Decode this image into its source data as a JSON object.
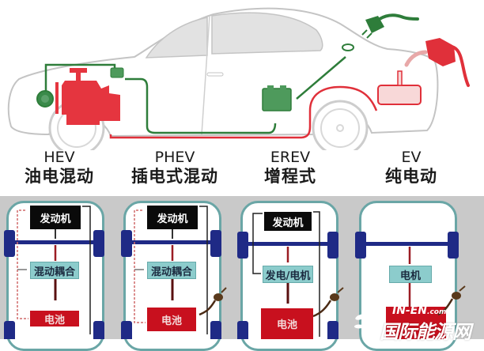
{
  "colors": {
    "green": "#2e7d3a",
    "red": "#e0303a",
    "engine_box": "#0a0a0a",
    "coupler_box": "#8ccccc",
    "battery_box": "#c8101e",
    "axle": "#1f2a86",
    "chassis_border": "#6aa6a6",
    "panel_bg": "#c9c9c9"
  },
  "car": {
    "icons": [
      "engine-icon",
      "motor-icon",
      "generator-icon",
      "battery-icon",
      "charge-port-icon",
      "plug-icon",
      "fuel-tank-icon",
      "fuel-nozzle-icon",
      "wheel-icon"
    ]
  },
  "types": [
    {
      "code": "HEV",
      "name": "油电混动"
    },
    {
      "code": "PHEV",
      "name": "插电式混动"
    },
    {
      "code": "EREV",
      "name": "增程式"
    },
    {
      "code": "EV",
      "name": "纯电动"
    }
  ],
  "panels": [
    {
      "engine": "发动机",
      "middle": "混动耦合",
      "battery": "电池"
    },
    {
      "engine": "发动机",
      "middle": "混动耦合",
      "battery": "电池"
    },
    {
      "engine": "发动机",
      "middle": "发电/电机",
      "battery": "电池"
    },
    {
      "middle": "电机"
    }
  ],
  "watermark": {
    "en": "IN-EN",
    "en_suffix": ".com",
    "cn": "国际能源网"
  }
}
